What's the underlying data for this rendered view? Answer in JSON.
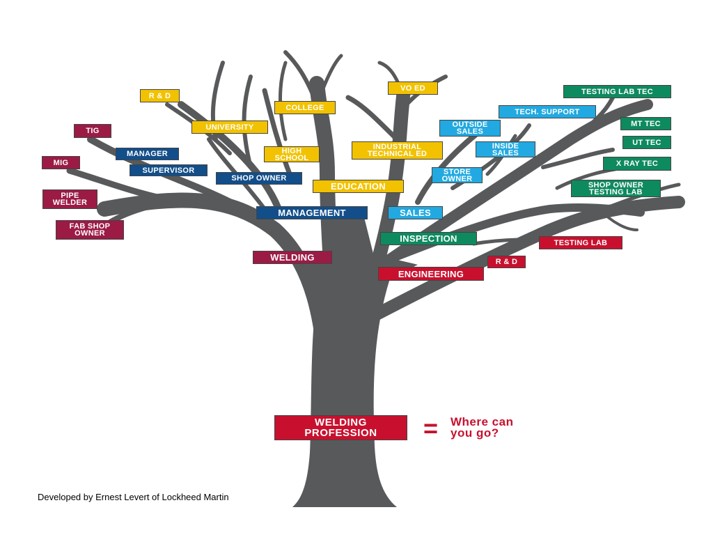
{
  "labels": {
    "vo_ed": "VO ED",
    "testing_lab_tec": "TESTING LAB TEC",
    "r_and_d_top": "R & D",
    "college": "COLLEGE",
    "tech_support": "TECH. SUPPORT",
    "tig": "TIG",
    "university": "UNIVERSITY",
    "outside_sales": "OUTSIDE\nSALES",
    "mt_tec": "MT TEC",
    "manager": "MANAGER",
    "high_school": "HIGH\nSCHOOL",
    "industrial_technical_ed": "INDUSTRIAL\nTECHNICAL ED",
    "inside_sales": "INSIDE\nSALES",
    "ut_tec": "UT TEC",
    "mig": "MIG",
    "supervisor": "SUPERVISOR",
    "x_ray_tec": "X RAY TEC",
    "store_owner": "STORE\nOWNER",
    "shop_owner": "SHOP OWNER",
    "education": "EDUCATION",
    "shop_owner_testing_lab": "SHOP OWNER\nTESTING LAB",
    "pipe_welder": "PIPE\nWELDER",
    "management": "MANAGEMENT",
    "sales": "SALES",
    "fab_shop_owner": "FAB SHOP\nOWNER",
    "inspection": "INSPECTION",
    "testing_lab": "TESTING LAB",
    "welding": "WELDING",
    "r_and_d_lower": "R & D",
    "engineering": "ENGINEERING"
  },
  "profession": "WELDING\nPROFESSION",
  "equals": "=",
  "where_can_you_go": "Where can\nyou go?",
  "credit": "Developed by Ernest Levert of Lockheed Martin",
  "colors": {
    "trunk": "#58595b",
    "red": "#c8102e",
    "maroon": "#9b1b45",
    "yellow": "#f2c200",
    "navy": "#124e8a",
    "cyan": "#22a9e1",
    "green": "#0e8a5f"
  }
}
